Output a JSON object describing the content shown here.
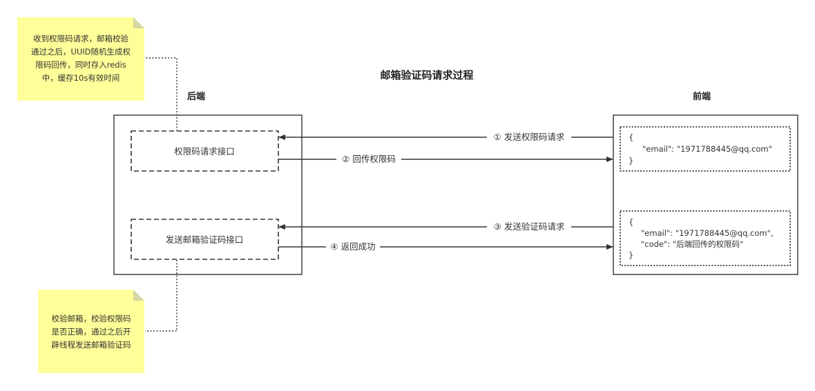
{
  "diagram": {
    "title": "邮箱验证码请求过程",
    "backend": {
      "label": "后端"
    },
    "frontend": {
      "label": "前端"
    },
    "interfaces": {
      "permission": "权限码请求接口",
      "send_email": "发送邮箱验证码接口"
    },
    "requests": {
      "first": [
        "{",
        "\"email\": \"1971788445@qq.com\"",
        "}"
      ],
      "second": [
        "{",
        "\"email\": \"1971788445@qq.com\",",
        "\"code\": \"后端回传的权限码\"",
        "}"
      ]
    },
    "arrows": {
      "a1": "① 发送权限码请求",
      "a2": "② 回传权限码",
      "a3": "③ 发送验证码请求",
      "a4": "④ 返回成功"
    },
    "notes": {
      "top": [
        "收到权限码请求，邮箱校验",
        "通过之后，UUID随机生成权",
        "限码回传，同时存入redis",
        "中，缓存10s有效时间"
      ],
      "bottom": [
        "校验邮箱，校验权限码",
        "是否正确，通过之后开",
        "辟线程发送邮箱验证码"
      ]
    },
    "colors": {
      "note": "#ffff99",
      "note_fold": "#d6d6a3",
      "stroke": "#333333"
    }
  }
}
